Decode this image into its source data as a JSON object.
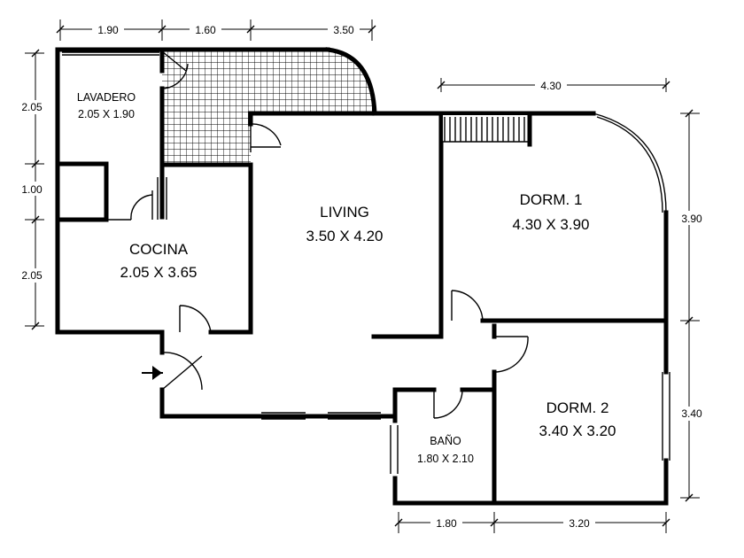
{
  "rooms": {
    "lavadero": {
      "name": "LAVADERO",
      "size": "2.05 X 1.90"
    },
    "cocina": {
      "name": "COCINA",
      "size": "2.05 X 3.65"
    },
    "living": {
      "name": "LIVING",
      "size": "3.50 X 4.20"
    },
    "dorm1": {
      "name": "DORM. 1",
      "size": "4.30 X 3.90"
    },
    "dorm2": {
      "name": "DORM. 2",
      "size": "3.40 X 3.20"
    },
    "bano": {
      "name": "BAÑO",
      "size": "1.80 X 2.10"
    }
  },
  "dimensions": {
    "top_1": "1.90",
    "top_2": "1.60",
    "top_3": "3.50",
    "top_dorm": "4.30",
    "left_1": "2.05",
    "left_2": "1.00",
    "left_3": "2.05",
    "right_1": "3.90",
    "right_2": "3.40",
    "bottom_1": "1.80",
    "bottom_2": "3.20"
  }
}
